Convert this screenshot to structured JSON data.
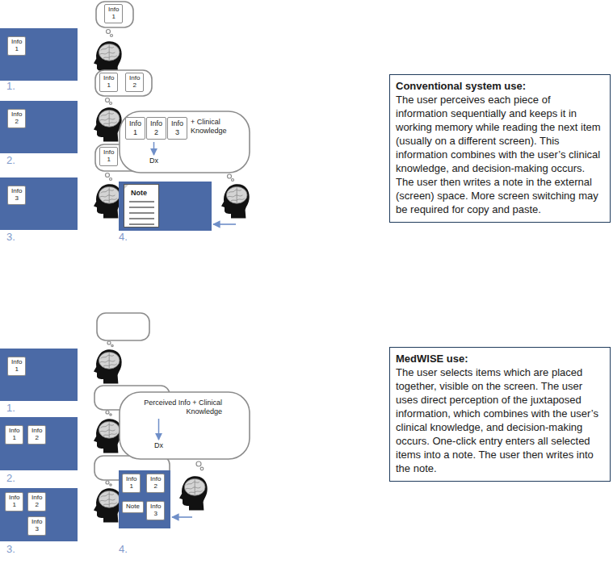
{
  "diagram": {
    "nodes": [
      {
        "text": []
      },
      {
        "text": [
          "Info 1"
        ],
        "in": 0
      },
      {
        "text": []
      },
      {
        "text": [
          "Info 1"
        ],
        "in": 2
      },
      {
        "text": []
      },
      {
        "text": [
          "Info 1"
        ],
        "in": 4
      },
      {
        "text": [
          "Info 2"
        ],
        "in": 4
      },
      {
        "text": []
      },
      {
        "text": [
          "Info 2"
        ],
        "in": 7
      },
      {
        "text": []
      },
      {
        "text": [
          "Info 1"
        ],
        "in": 9
      },
      {
        "text": [
          "Info 2"
        ],
        "in": 9
      },
      {
        "text": [
          "Info 3"
        ],
        "in": 9
      },
      {
        "text": []
      },
      {
        "text": [
          "Info 3"
        ],
        "in": 13
      },
      {
        "text": [
          "+ Clinical Knowledge",
          "Dx"
        ]
      },
      {
        "text": [
          "Info 1"
        ],
        "in": 15
      },
      {
        "text": [
          "Info 2"
        ],
        "in": 15
      },
      {
        "text": [
          "Info 3"
        ],
        "in": 15
      },
      {
        "text": []
      },
      {
        "text": [
          "Note"
        ],
        "in": 19
      },
      {
        "text": [
          "Conventional system use:",
          "The user perceives each piece of information sequentially and keeps it in working memory while reading the next item (usually on a different screen). This information combines with the user’s clinical knowledge, and decision-making occurs. The user then writes a note in the external (screen) space. More screen switching may be required for copy and paste."
        ]
      },
      {
        "text": []
      },
      {
        "text": [
          "Info 1"
        ],
        "in": 22
      },
      {
        "text": []
      },
      {
        "text": [
          "Info 1"
        ],
        "in": 24
      },
      {
        "text": [
          "Info 2"
        ],
        "in": 24
      },
      {
        "text": []
      },
      {
        "text": [
          "Info 1"
        ],
        "in": 27
      },
      {
        "text": [
          "Info 2"
        ],
        "in": 27
      },
      {
        "text": [
          "Info 3"
        ],
        "in": 27
      },
      {
        "text": [
          "Perceived Info + Clinical Knowledge",
          "Dx"
        ]
      },
      {
        "text": []
      },
      {
        "text": [
          "Info 1"
        ],
        "in": 32
      },
      {
        "text": [
          "Info 2"
        ],
        "in": 32
      },
      {
        "text": [
          "Note"
        ],
        "in": 32
      },
      {
        "text": [
          "Info 3"
        ],
        "in": 32
      },
      {
        "text": [
          "MedWISE use:",
          "The user selects items which are placed together, visible on the screen. The user uses direct perception of the juxtaposed information, which combines with the user’s clinical knowledge, and decision-making occurs. One-click entry enters all selected items into a note. The user then writes into the note."
        ]
      }
    ],
    "labels": [
      "1.",
      "2.",
      "3.",
      "4.",
      "1.",
      "2.",
      "3.",
      "4."
    ]
  }
}
